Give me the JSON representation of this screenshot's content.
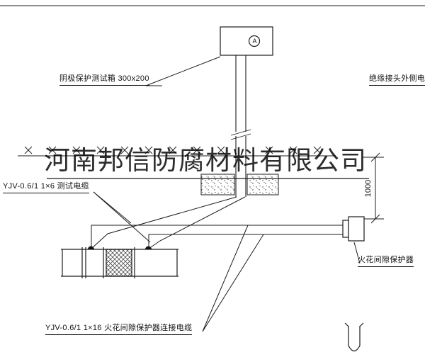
{
  "watermark": "河南邦信防腐材料有限公司",
  "labels": {
    "test_box": "阴极保护测试箱 300x200",
    "insulated_joint_cable": "绝缘接头外侧电缆",
    "test_cable": "YJV-0.6/1  1×6  测试电缆",
    "spark_gap_protector": "火花间隙保护器",
    "protector_cable": "YJV-0.6/1  1×16  火花间隙保护器连接电缆",
    "ammeter": "A",
    "dimension_1000": "1000"
  },
  "colors": {
    "line": "#1c1c1c",
    "background": "#ffffff"
  }
}
